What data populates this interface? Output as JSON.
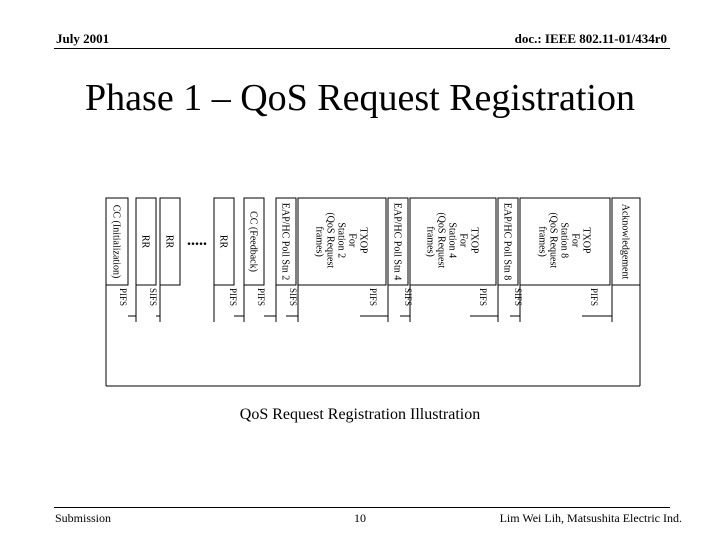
{
  "header": {
    "left": "July 2001",
    "right": "doc.: IEEE 802.11-01/434r0"
  },
  "title": "Phase 1 – QoS Request Registration",
  "diagram": {
    "frames": [
      [
        "Acknowledgement"
      ],
      [
        "TXOP",
        "For",
        "Station 8",
        "(QoS Request",
        "frames)"
      ],
      [
        "EAP/HC Poll Stn 8"
      ],
      [
        "TXOP",
        "For",
        "Station 4",
        "(QoS Request",
        "frames)"
      ],
      [
        "EAP/HC Poll Stn 4"
      ],
      [
        "TXOP",
        "For",
        "Station 2",
        "(QoS Request",
        "frames)"
      ],
      [
        "EAP/HC Poll Stn 2"
      ],
      [
        "CC (Feedback)"
      ],
      [
        "RR"
      ],
      [
        "....."
      ],
      [
        "RR"
      ],
      [
        "RR"
      ],
      [
        "CC (Initialization)"
      ]
    ],
    "gaps": [
      "PIFS",
      "SIFS",
      "PIFS",
      "SIFS",
      "PIFS",
      "SIFS",
      "PIFS",
      "PIFS",
      "SIFS",
      "PIFS"
    ]
  },
  "caption": "QoS Request Registration Illustration",
  "footer": {
    "left": "Submission",
    "page": "10",
    "right": "Lim Wei Lih, Matsushita Electric Ind."
  }
}
